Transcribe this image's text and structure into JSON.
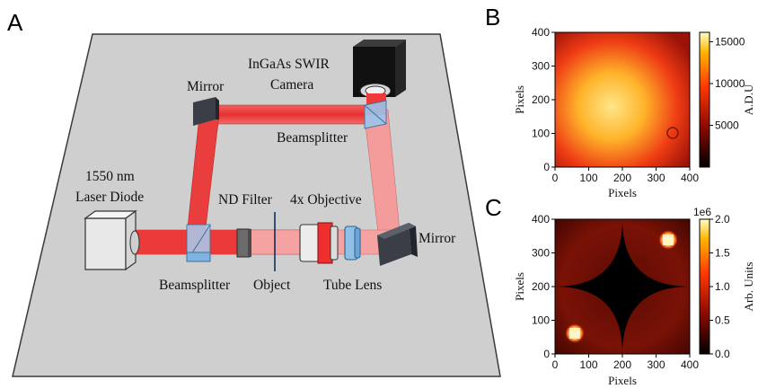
{
  "panels": {
    "a": "A",
    "b": "B",
    "c": "C"
  },
  "setup_labels": {
    "laser": [
      "1550 nm",
      "Laser Diode"
    ],
    "camera": [
      "InGaAs SWIR",
      "Camera"
    ],
    "mirror_top": "Mirror",
    "mirror_right": "Mirror",
    "beamsplitter_top": "Beamsplitter",
    "beamsplitter_bottom": "Beamsplitter",
    "nd_filter": "ND Filter",
    "objective": "4x Objective",
    "object": "Object",
    "tube_lens": "Tube Lens"
  },
  "image_b": {
    "xlabel": "Pixels",
    "ylabel": "Pixels",
    "xticks": [
      "0",
      "100",
      "200",
      "300",
      "400"
    ],
    "yticks": [
      "0",
      "100",
      "200",
      "300",
      "400"
    ],
    "colorbar_label": "A.D.U",
    "colorbar_ticks": [
      "5000",
      "10000",
      "15000"
    ],
    "colorbar_tick_fractions": [
      0.31,
      0.62,
      0.93
    ]
  },
  "image_c": {
    "xlabel": "Pixels",
    "ylabel": "Pixels",
    "xticks": [
      "0",
      "100",
      "200",
      "300",
      "400"
    ],
    "yticks": [
      "0",
      "100",
      "200",
      "300",
      "400"
    ],
    "colorbar_label": "Arb. Units",
    "colorbar_ticks": [
      "0.0",
      "0.5",
      "1.0",
      "1.5",
      "2.0"
    ],
    "colorbar_tick_fractions": [
      0.0,
      0.25,
      0.5,
      0.75,
      1.0
    ],
    "colorbar_exponent": "1e6"
  },
  "colors": {
    "table": "#cfcfcf",
    "beam": "#ee3a3a",
    "beam_pale": "#f7a9a9",
    "optic_blue": "#7fb4e0",
    "device_grey": "#e3e3e3",
    "dark": "#3a3f47"
  }
}
